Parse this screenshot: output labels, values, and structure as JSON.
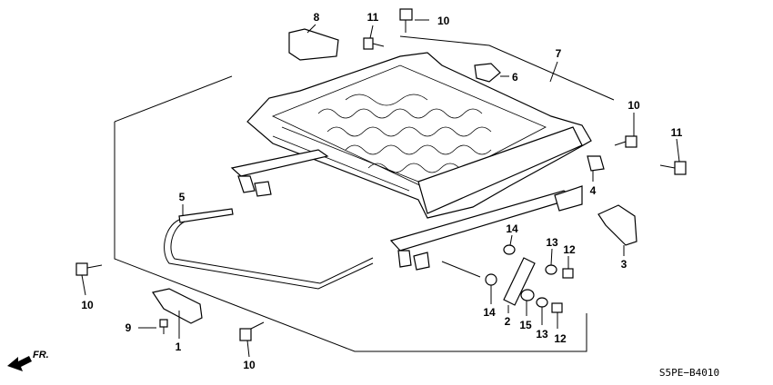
{
  "diagram": {
    "diagram_code": "S5PE−B4010",
    "direction_label": "FR.",
    "callouts": [
      {
        "id": "c8",
        "label": "8"
      },
      {
        "id": "c11a",
        "label": "11"
      },
      {
        "id": "c10a",
        "label": "10"
      },
      {
        "id": "c7",
        "label": "7"
      },
      {
        "id": "c6",
        "label": "6"
      },
      {
        "id": "c10b",
        "label": "10"
      },
      {
        "id": "c11b",
        "label": "11"
      },
      {
        "id": "c4",
        "label": "4"
      },
      {
        "id": "c5",
        "label": "5"
      },
      {
        "id": "c3",
        "label": "3"
      },
      {
        "id": "c14a",
        "label": "14"
      },
      {
        "id": "c13a",
        "label": "13"
      },
      {
        "id": "c12a",
        "label": "12"
      },
      {
        "id": "c10c",
        "label": "10"
      },
      {
        "id": "c14b",
        "label": "14"
      },
      {
        "id": "c2",
        "label": "2"
      },
      {
        "id": "c15",
        "label": "15"
      },
      {
        "id": "c13b",
        "label": "13"
      },
      {
        "id": "c12b",
        "label": "12"
      },
      {
        "id": "c9",
        "label": "9"
      },
      {
        "id": "c1",
        "label": "1"
      },
      {
        "id": "c10d",
        "label": "10"
      }
    ]
  }
}
